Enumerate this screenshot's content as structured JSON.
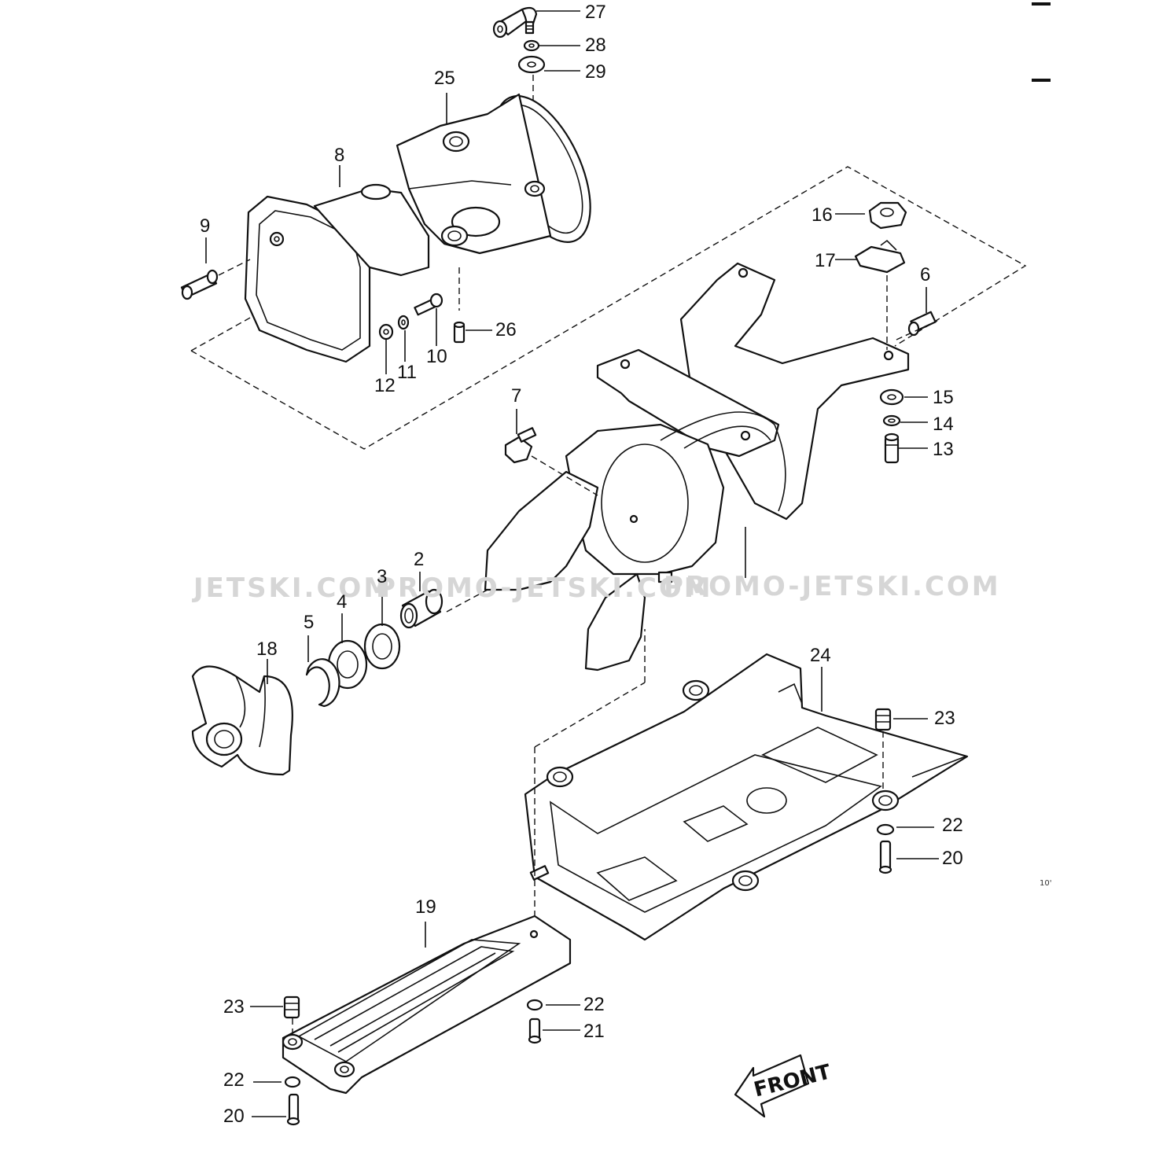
{
  "watermarks": [
    "JETSKI.COM",
    "PROMO-JETSKI.COM",
    "PROMO-JETSKI.COM"
  ],
  "labels": {
    "l2": "2",
    "l3": "3",
    "l4": "4",
    "l5": "5",
    "l6": "6",
    "l7": "7",
    "l8": "8",
    "l9": "9",
    "l10": "10",
    "l11": "11",
    "l12": "12",
    "l13": "13",
    "l14": "14",
    "l15": "15",
    "l16": "16",
    "l17": "17",
    "l18": "18",
    "l19": "19",
    "l20a": "20",
    "l20b": "20",
    "l21": "21",
    "l22a": "22",
    "l22b": "22",
    "l22c": "22",
    "l23a": "23",
    "l23b": "23",
    "l24": "24",
    "l25": "25",
    "l26": "26",
    "l27": "27",
    "l28": "28",
    "l29": "29"
  },
  "page_code": "10'",
  "front_arrow": {
    "text": "FRONT"
  }
}
